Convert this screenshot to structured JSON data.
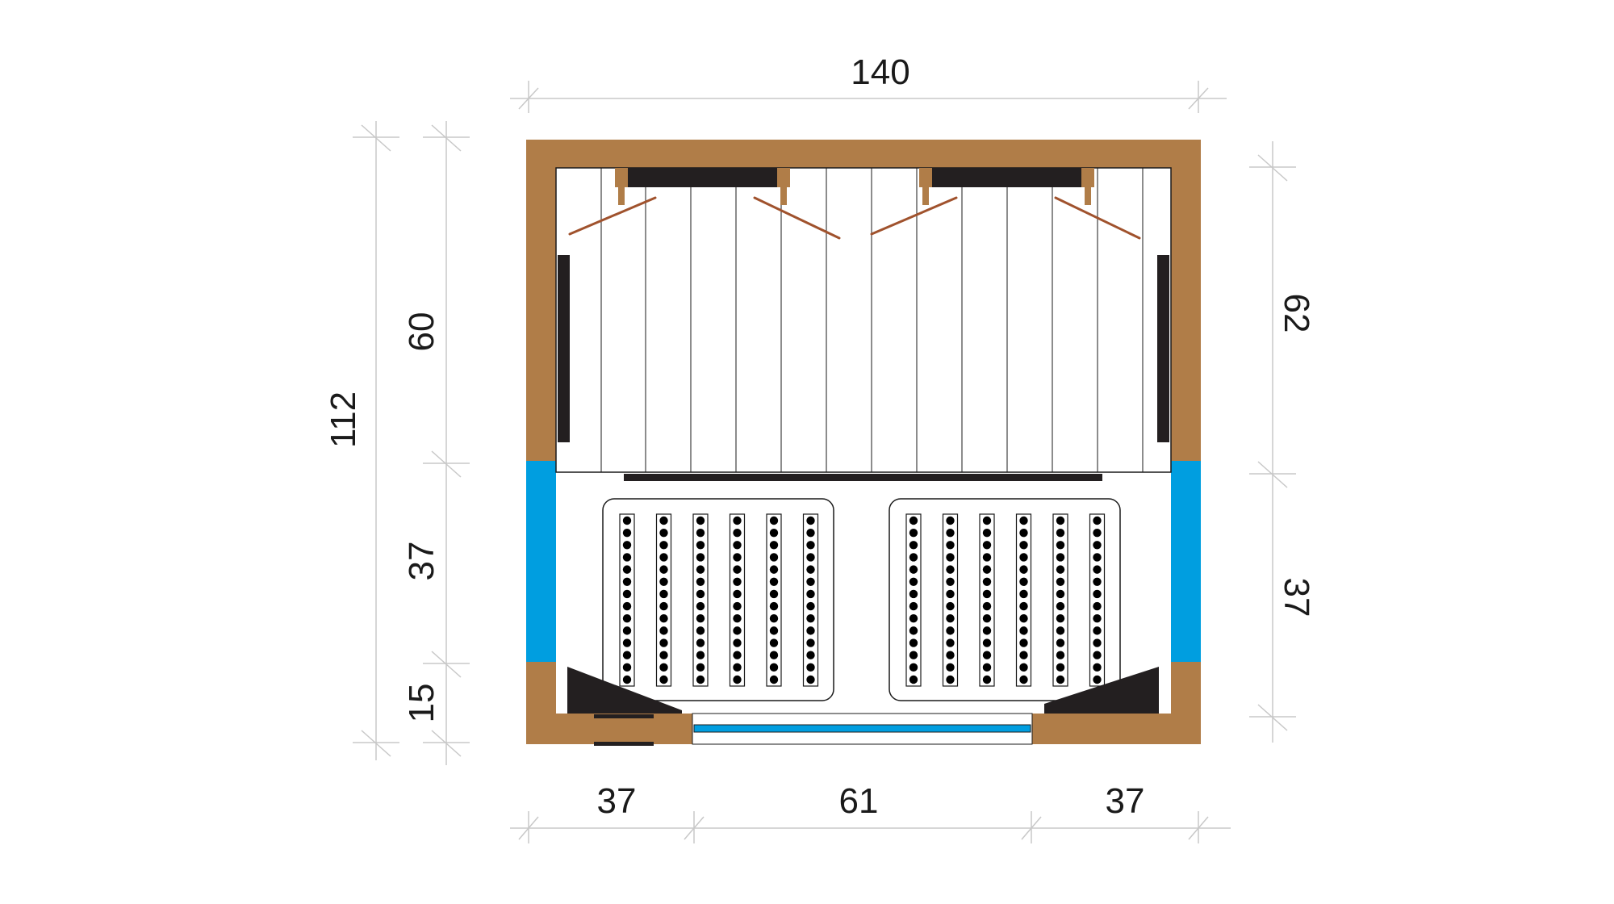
{
  "dimensions": {
    "top_width": "140",
    "left_total": "112",
    "left_upper": "60",
    "left_middle": "37",
    "left_lower": "15",
    "right_upper": "62",
    "right_lower": "37",
    "bottom_left": "37",
    "bottom_center": "61",
    "bottom_right": "37"
  },
  "colors": {
    "wood": "#b07d48",
    "glass": "#009ee0",
    "heater": "#231f20",
    "line": "#1a1a1a",
    "dimension_line": "#c8c8c8"
  },
  "heater_grid": {
    "panels": 2,
    "columns_per_panel": 6,
    "dots_per_column": 14
  }
}
